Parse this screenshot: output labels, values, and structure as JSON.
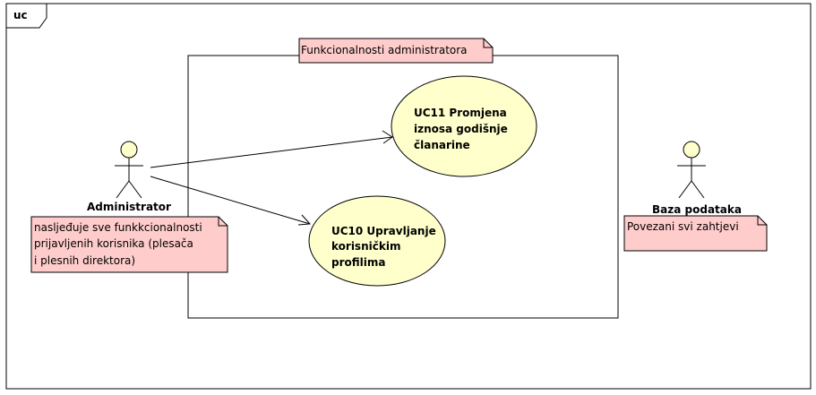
{
  "frame": {
    "label": "uc"
  },
  "system_boundary": {
    "note": "Funkcionalnosti administratora"
  },
  "use_cases": [
    {
      "id": "uc11",
      "lines": [
        "UC11 Promjena",
        "iznosa godišnje",
        "članarine"
      ]
    },
    {
      "id": "uc10",
      "lines": [
        "UC10 Upravljanje",
        "korisničkim",
        "profilima"
      ]
    }
  ],
  "actors": [
    {
      "id": "administrator",
      "name": "Administrator"
    },
    {
      "id": "baza",
      "name": "Baza podataka"
    }
  ],
  "notes": [
    {
      "id": "admin-note",
      "lines": [
        "nasljeđuje sve funkkcionalnosti",
        "prijavljenih korisnika (plesača",
        "i plesnih direktora)"
      ]
    },
    {
      "id": "baza-note",
      "lines": [
        "Povezani svi zahtjevi"
      ]
    }
  ],
  "colors": {
    "note_fill": "#ffcccc",
    "usecase_fill": "#ffffcc",
    "actor_head_fill": "#ffffcc",
    "line": "#000000"
  }
}
